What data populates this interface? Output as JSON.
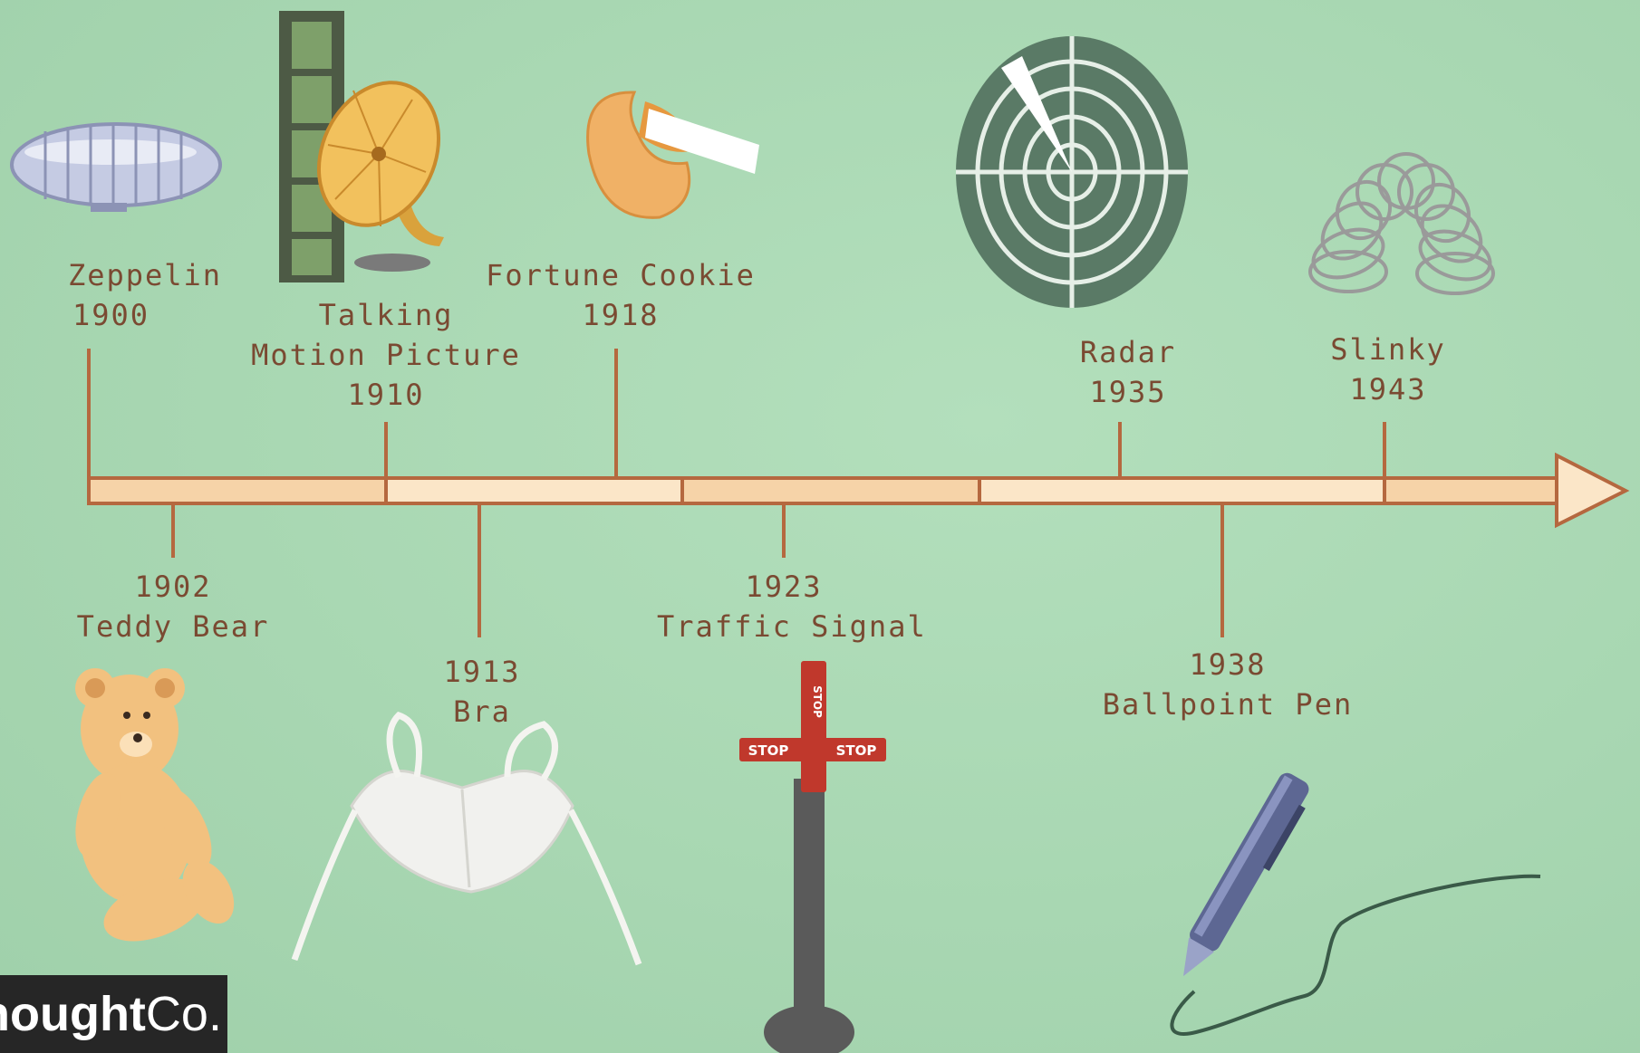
{
  "timeline": {
    "colors": {
      "background": "#a8d7b2",
      "label_text": "#7a4a32",
      "bar_fill_a": "#f6d3a8",
      "bar_fill_b": "#fbe6c8",
      "bar_outline": "#b5683f"
    },
    "events": [
      {
        "name": "Zeppelin",
        "year": "1900",
        "side": "above",
        "icon": "zeppelin-icon"
      },
      {
        "name": "Teddy Bear",
        "year": "1902",
        "side": "below",
        "icon": "teddy-bear-icon"
      },
      {
        "name_lines": [
          "Talking",
          "Motion Picture"
        ],
        "year": "1910",
        "side": "above",
        "icon": "film-gramophone-icon"
      },
      {
        "name": "Bra",
        "year": "1913",
        "side": "below",
        "icon": "bra-icon"
      },
      {
        "name": "Fortune Cookie",
        "year": "1918",
        "side": "above",
        "icon": "fortune-cookie-icon"
      },
      {
        "name": "Traffic Signal",
        "year": "1923",
        "side": "below",
        "icon": "traffic-signal-icon"
      },
      {
        "name": "Radar",
        "year": "1935",
        "side": "above",
        "icon": "radar-icon"
      },
      {
        "name": "Ballpoint Pen",
        "year": "1938",
        "side": "below",
        "icon": "ballpoint-pen-icon"
      },
      {
        "name": "Slinky",
        "year": "1943",
        "side": "above",
        "icon": "slinky-icon"
      }
    ],
    "signal_text": "STOP"
  },
  "brand": {
    "prefix": "hought",
    "suffix": "Co."
  }
}
